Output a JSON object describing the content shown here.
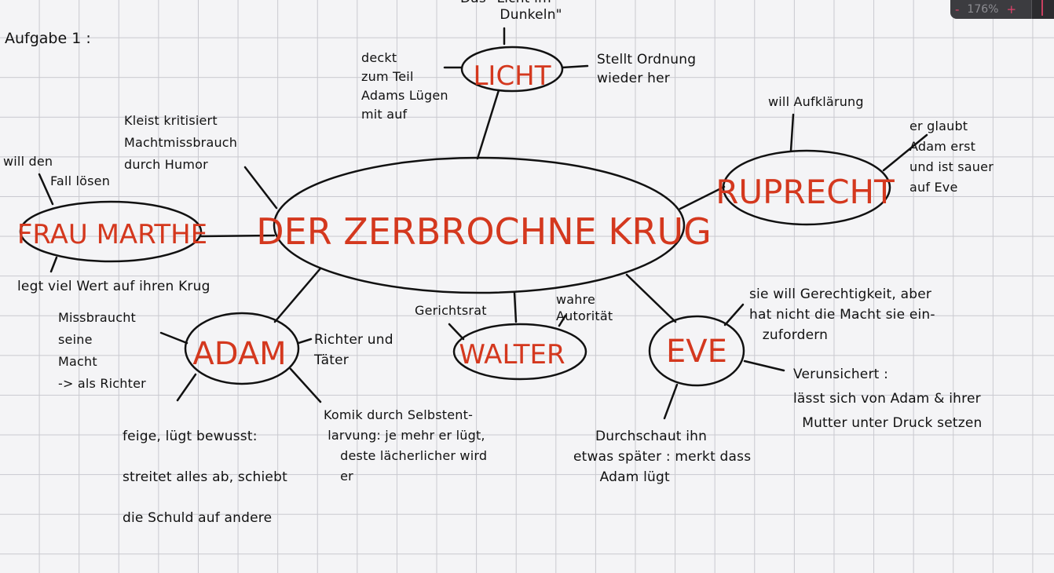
{
  "title": "Aufgabe 1 :",
  "zoom": {
    "minus": "-",
    "value": "176%",
    "plus": "+"
  },
  "colors": {
    "ink": "#111111",
    "accent": "#d4381e",
    "grid": "#c9c9cf"
  },
  "center": {
    "label": "DER ZERBROCHNE KRUG"
  },
  "characters": {
    "licht": "LICHT",
    "ruprecht": "RUPRECHT",
    "frau_marthe": "FRAU MARTHE",
    "adam": "ADAM",
    "walter": "WALTER",
    "eve": "EVE"
  },
  "notes": {
    "licht_top": "Das \"Licht im\n         Dunkeln\"",
    "licht_left": "deckt\nzum Teil\nAdams Lügen\nmit auf",
    "licht_right": "Stellt Ordnung\nwieder her",
    "ruprecht_top": "will Aufklärung",
    "ruprecht_right": "er glaubt\nAdam erst\nund ist sauer\nauf Eve",
    "kleist": "Kleist kritisiert\nMachtmissbrauch\ndurch Humor",
    "marthe_top_1": "will den",
    "marthe_top_2": "Fall lösen",
    "marthe_bottom": "legt viel Wert auf ihren Krug",
    "adam_left": "Missbraucht\nseine\nMacht\n-> als Richter",
    "adam_right": "Richter und\nTäter",
    "adam_bottom": "feige, lügt bewusst:\n\nstreitet alles ab, schiebt\n\ndie Schuld auf andere",
    "komik": "Komik durch Selbstent-\n larvung: je mehr er lügt,\n    deste lächerlicher wird\n    er",
    "walter_left": "Gerichtsrat",
    "walter_right": "wahre\nAutorität",
    "eve_top": "sie will Gerechtigkeit, aber\nhat nicht die Macht sie ein-\n   zufordern",
    "eve_right": "Verunsichert :\nlässt sich von Adam & ihrer\n  Mutter unter Druck setzen",
    "eve_bottom": "     Durchschaut ihn\netwas später : merkt dass\n      Adam lügt"
  }
}
